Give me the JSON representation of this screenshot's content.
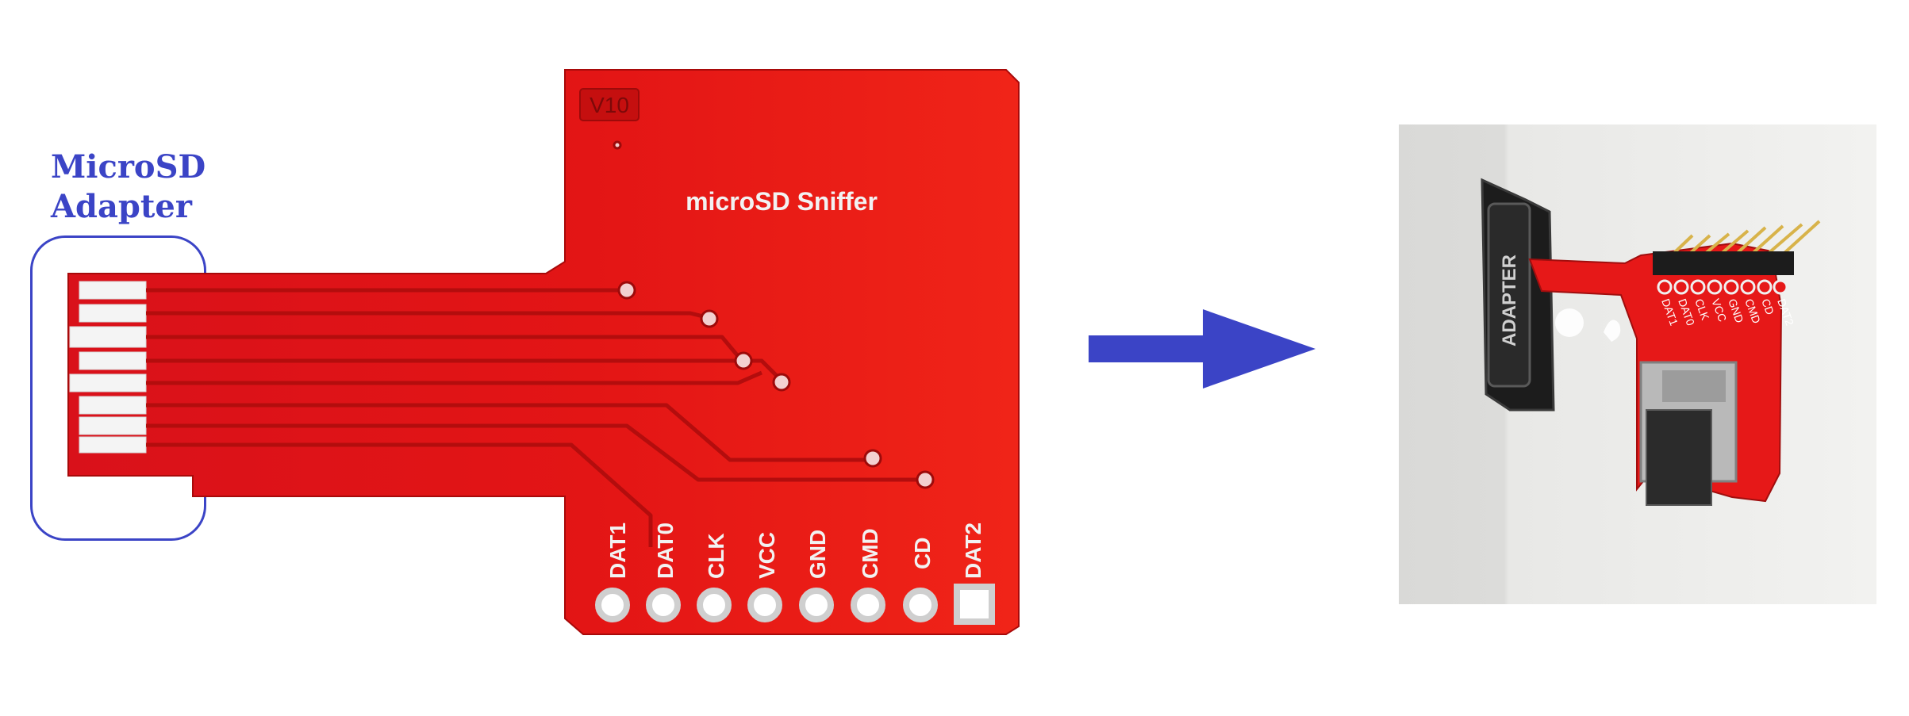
{
  "annotation": {
    "title_line1": "MicroSD",
    "title_line2": "Adapter"
  },
  "board": {
    "version_label": "V10",
    "name_label": "microSD Sniffer",
    "pins": [
      "DAT1",
      "DAT0",
      "CLK",
      "VCC",
      "GND",
      "CMD",
      "CD",
      "DAT2"
    ]
  },
  "photo": {
    "adapter_label": "ADAPTER",
    "pins": [
      "DAT1",
      "DAT0",
      "CLK",
      "VCC",
      "GND",
      "CMD",
      "CD",
      "DAT2"
    ]
  },
  "colors": {
    "accent": "#3b44c6",
    "pcb": "#e81414",
    "pcb_dark": "#c40c0c"
  }
}
